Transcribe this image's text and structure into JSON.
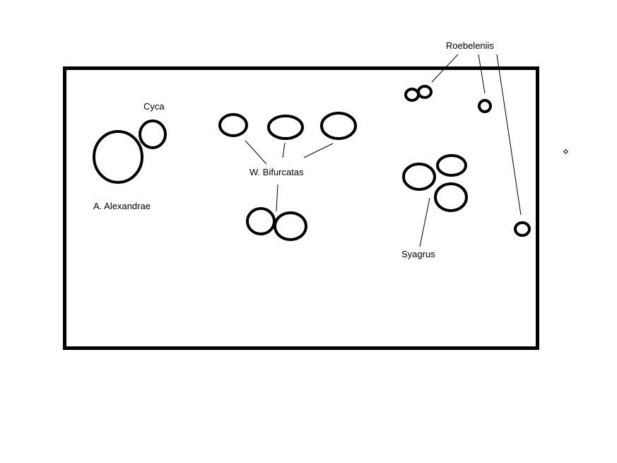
{
  "diagram": {
    "labels": {
      "cyca": "Cyca",
      "alexandrae": "A. Alexandrae",
      "bifurcatas": "W. Bifurcatas",
      "roebeleniis": "Roebeleniis",
      "syagrus": "Syagrus"
    }
  }
}
